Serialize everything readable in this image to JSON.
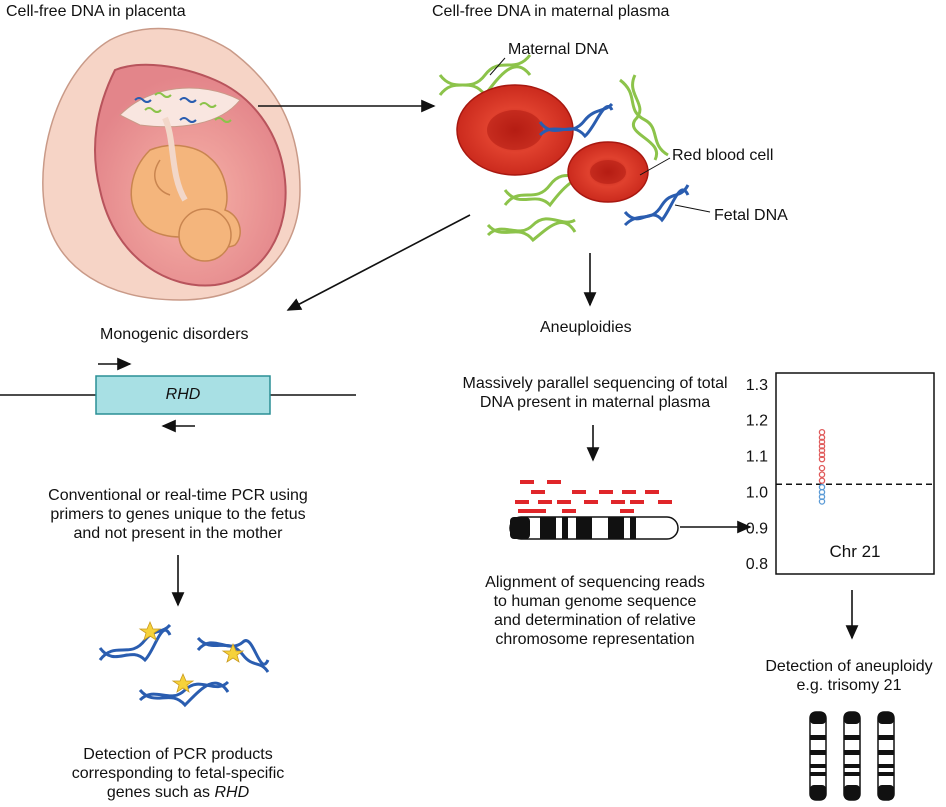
{
  "placenta": {
    "title": "Cell-free DNA in placenta"
  },
  "plasma": {
    "title": "Cell-free DNA in maternal plasma",
    "maternal_label": "Maternal DNA",
    "rbc_label": "Red blood cell",
    "fetal_label": "Fetal DNA"
  },
  "monogenic": {
    "title": "Monogenic disorders",
    "gene": "RHD",
    "pcr_text": [
      "Conventional or real-time PCR using",
      "primers to genes unique to the fetus",
      "and not present in the mother"
    ],
    "detection_text": [
      "Detection of PCR products",
      "corresponding to fetal-specific"
    ],
    "detection_last_prefix": "genes such as ",
    "detection_last_gene": "RHD"
  },
  "aneuploidies": {
    "title": "Aneuploidies",
    "seq_text": [
      "Massively parallel sequencing of total",
      "DNA present in maternal plasma"
    ],
    "align_text": [
      "Alignment of sequencing reads",
      "to human genome sequence",
      "and determination of relative",
      "chromosome representation"
    ],
    "detect_text": [
      "Detection of aneuploidy",
      "e.g. trisomy 21"
    ]
  },
  "chart_data": {
    "type": "scatter",
    "ylim": [
      0.77,
      1.33
    ],
    "yticks": [
      0.8,
      0.9,
      1.0,
      1.1,
      1.2,
      1.3
    ],
    "ytick_labels": [
      "0.8",
      "0.9",
      "1.0",
      "1.1",
      "1.2",
      "1.3"
    ],
    "reference_line": 1.02,
    "xlabel": "Chr 21",
    "series": [
      {
        "color": "#e05a5a",
        "values": [
          1.165,
          1.15,
          1.138,
          1.126,
          1.114,
          1.102,
          1.09,
          1.065,
          1.047,
          1.03
        ]
      },
      {
        "color": "#5a9ad6",
        "values": [
          1.012,
          0.998,
          0.985,
          0.972
        ]
      }
    ]
  },
  "colors": {
    "maternal_dna": "#8cc34a",
    "fetal_dna": "#2a5db0",
    "rbc": "#d42a1e",
    "gene_box": "#a8e0e4",
    "read": "#e0262a"
  }
}
